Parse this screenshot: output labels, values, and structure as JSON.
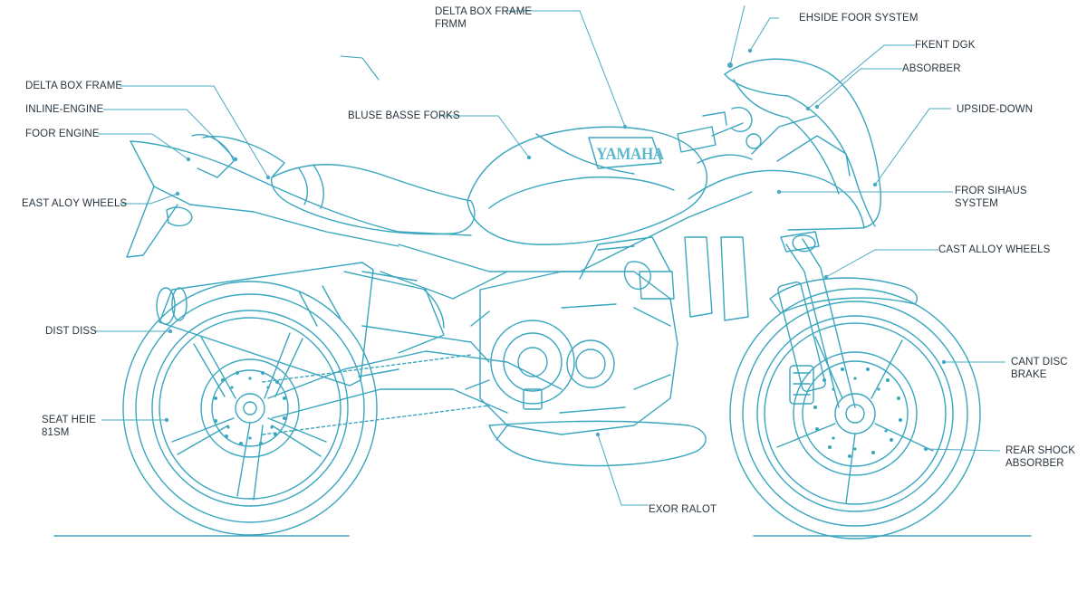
{
  "theme": {
    "line": "#3aa6bf",
    "leader": "#4aa9c2",
    "text": "#27343f"
  },
  "brand": "YAMAHA",
  "labels": {
    "delta_box_top_1": "DELTA BOX FRAME",
    "delta_box_top_2": "FRMM",
    "delta_box_left": "DELTA BOX FRAME",
    "inline_engine": "INLINE-ENGINE",
    "foor_engine": "FOOR ENGINE",
    "east_alloy": "EAST ALOY WHEELS",
    "dist_diss": "DIST DISS",
    "seat_height_1": "SEAT HEIE",
    "seat_height_2": "81SM",
    "forks": "BLUSE BASSE FORKS",
    "ehside": "EHSIDE FOOR SYSTEM",
    "fkent": "FKENT DGK",
    "absorber_top": "ABSORBER",
    "upside_down": "UPSIDE-DOWN",
    "fror_1": "FROR SIHAUS",
    "fror_2": "SYSTEM",
    "cast_alloy": "CAST ALLOY WHEELS",
    "cant_disc_1": "CANT DISC",
    "cant_disc_2": "BRAKE",
    "rear_shock_1": "REAR SHOCK",
    "rear_shock_2": "ABSORBER",
    "exor": "EXOR RALOT"
  }
}
